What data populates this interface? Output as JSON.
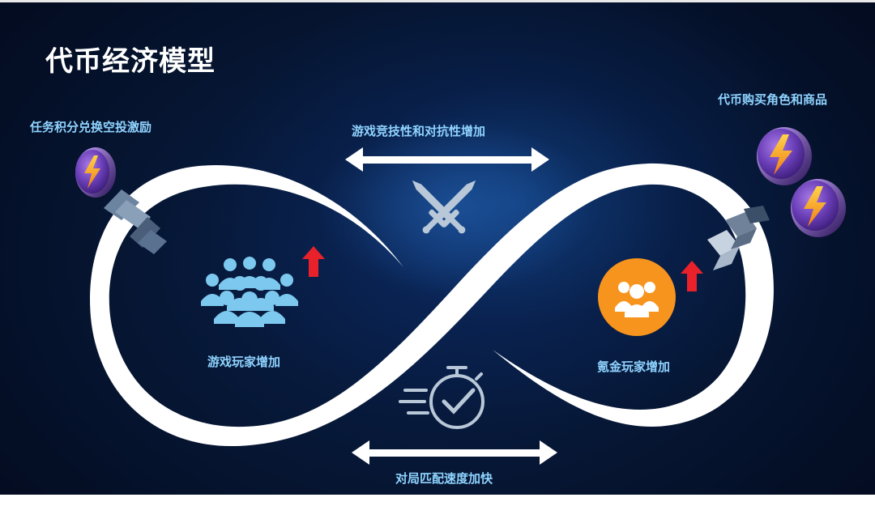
{
  "title": "代币经济模型",
  "labels": {
    "task_rewards": "任务积分兑换空投激励",
    "token_purchase": "代币购买角色和商品",
    "competitiveness": "游戏竞技性和对抗性增加",
    "match_speed": "对局匹配速度加快",
    "game_players": "游戏玩家增加",
    "paying_players": "氪金玩家增加"
  },
  "icons": {
    "crowd": "crowd-icon",
    "orange_group": "group-circle-icon",
    "swords": "crossed-swords-icon",
    "stopwatch": "stopwatch-check-icon",
    "coin": "lightning-coin-icon",
    "up_arrow": "up-arrow-icon",
    "chevrons": "chevron-arrows-icon"
  },
  "colors": {
    "background": "#061633",
    "label": "#8fd3ff",
    "title": "#ffffff",
    "crowd": "#7cc8ee",
    "orange": "#f7941d",
    "arrow_red": "#e8212a",
    "coin_purple": "#6b3fb8",
    "bolt": "#f6a21e"
  }
}
